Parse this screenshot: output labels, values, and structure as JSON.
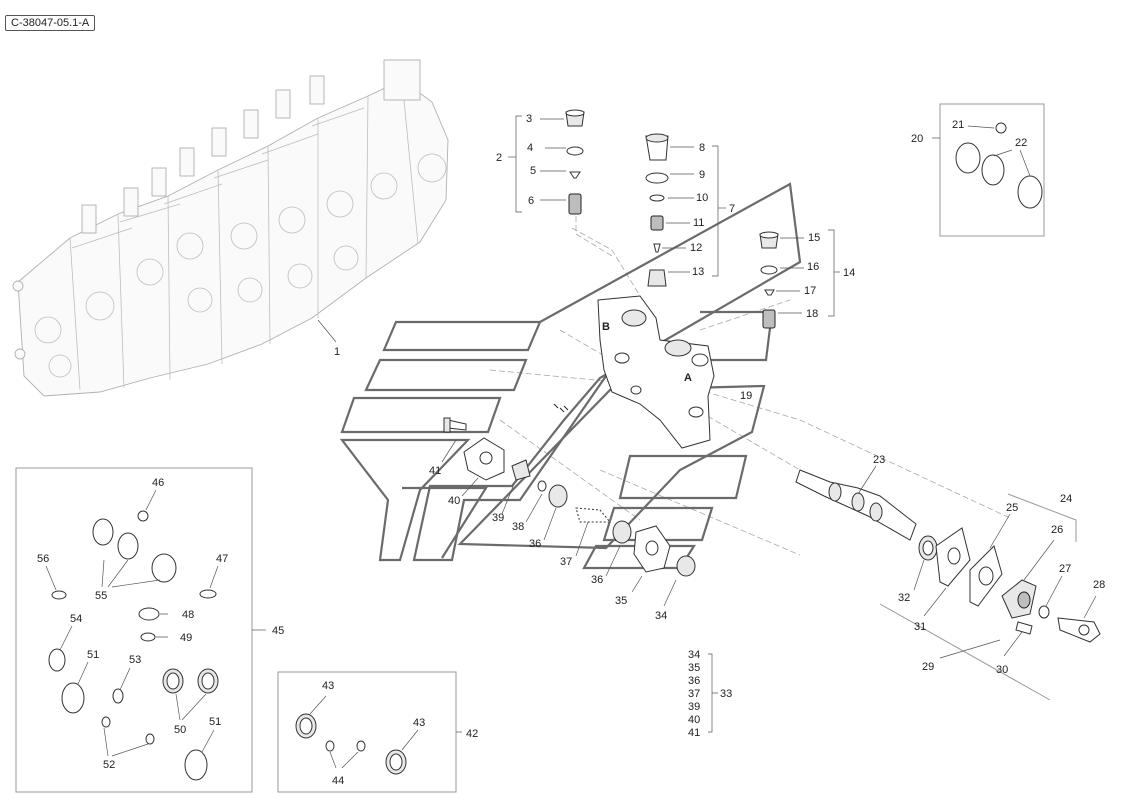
{
  "reference": "C-38047-05.1-A",
  "labels": {
    "p1": "1",
    "p2": "2",
    "p3": "3",
    "p4": "4",
    "p5": "5",
    "p6": "6",
    "p7": "7",
    "p8": "8",
    "p9": "9",
    "p10": "10",
    "p11": "11",
    "p12": "12",
    "p13": "13",
    "p14": "14",
    "p15": "15",
    "p16": "16",
    "p17": "17",
    "p18": "18",
    "p19": "19",
    "p20": "20",
    "p21": "21",
    "p22": "22",
    "p23": "23",
    "p24": "24",
    "p25": "25",
    "p26": "26",
    "p27": "27",
    "p28": "28",
    "p29": "29",
    "p30": "30",
    "p31": "31",
    "p32": "32",
    "p33": "33",
    "p34a": "34",
    "p35a": "35",
    "p36a": "36",
    "p36b": "36",
    "p37a": "37",
    "p38a": "38",
    "p39a": "39",
    "p40a": "40",
    "p41a": "41",
    "p42": "42",
    "p43a": "43",
    "p43b": "43",
    "p44": "44",
    "p45": "45",
    "p46": "46",
    "p47": "47",
    "p48": "48",
    "p49": "49",
    "p50": "50",
    "p51a": "51",
    "p51b": "51",
    "p52": "52",
    "p53": "53",
    "p54": "54",
    "p55": "55",
    "p56": "56"
  },
  "block_letters": {
    "b": "B",
    "a": "A"
  },
  "kit_33_list": [
    "34",
    "35",
    "36",
    "37",
    "39",
    "40",
    "41"
  ]
}
